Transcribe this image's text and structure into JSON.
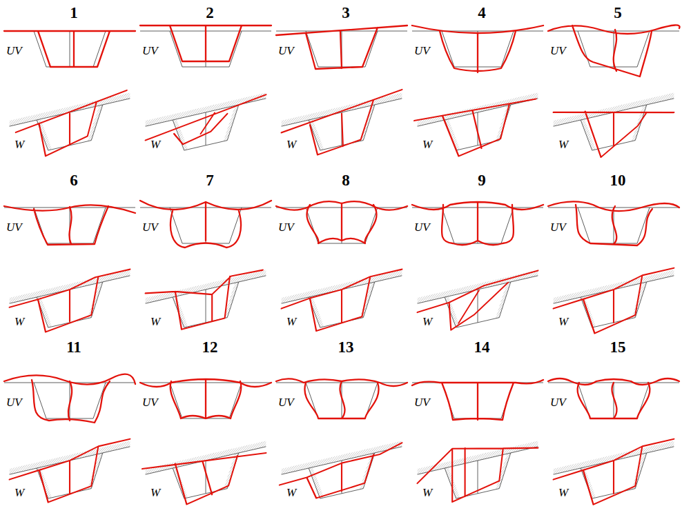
{
  "diagram": {
    "labels": [
      "1",
      "UV",
      "W",
      "2",
      "UV",
      "W",
      "3",
      "UV",
      "W",
      "4",
      "UV",
      "W",
      "5",
      "UV",
      "W",
      "6",
      "UV",
      "W",
      "7",
      "UV",
      "W",
      "8",
      "UV",
      "W",
      "9",
      "UV",
      "W",
      "10",
      "UV",
      "W",
      "11",
      "UV",
      "W",
      "12",
      "UV",
      "W",
      "13",
      "UV",
      "W",
      "14",
      "UV",
      "W",
      "15",
      "UV",
      "W"
    ]
  }
}
